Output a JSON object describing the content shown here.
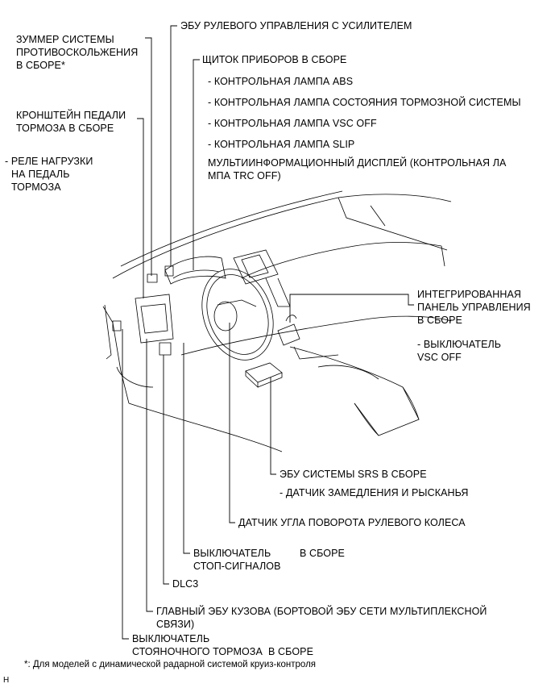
{
  "labels": {
    "power_steering_ecu": "ЭБУ РУЛЕВОГО УПРАВЛЕНИЯ С УСИЛИТЕЛЕМ",
    "buzzer_line1": "ЗУММЕР СИСТЕМЫ",
    "buzzer_line2": "ПРОТИВОСКОЛЬЖЕНИЯ",
    "buzzer_line3": "В СБОРЕ*",
    "combination_meter": "ЩИТОК ПРИБОРОВ В СБОРЕ",
    "abs_lamp": "- КОНТРОЛЬНАЯ ЛАМПА ABS",
    "brake_lamp": "- КОНТРОЛЬНАЯ ЛАМПА СОСТОЯНИЯ ТОРМОЗНОЙ СИСТЕМЫ",
    "vsc_off_lamp": "- КОНТРОЛЬНАЯ ЛАМПА VSC OFF",
    "slip_lamp": "- КОНТРОЛЬНАЯ ЛАМПА SLIP",
    "multi_display_line1": "МУЛЬТИИНФОРМАЦИОННЫЙ ДИСПЛЕЙ (КОНТРОЛЬНАЯ ЛА",
    "multi_display_line2": "МПА TRC OFF)",
    "pedal_bracket_line1": "КРОНШТЕЙН ПЕДАЛИ",
    "pedal_bracket_line2": "ТОРМОЗА В СБОРЕ",
    "relay_line1": "- РЕЛЕ НАГРУЗКИ",
    "relay_line2": "НА ПЕДАЛЬ",
    "relay_line3": "ТОРМОЗА",
    "integrated_panel_line1": "ИНТЕГРИРОВАННАЯ",
    "integrated_panel_line2": "ПАНЕЛЬ УПРАВЛЕНИЯ",
    "integrated_panel_line3": "В СБОРЕ",
    "vsc_switch_line1": "- ВЫКЛЮЧАТЕЛЬ",
    "vsc_switch_line2": "VSC OFF",
    "srs_ecu": "ЭБУ СИСТЕМЫ SRS В СБОРЕ",
    "yaw_sensor": "- ДАТЧИК ЗАМЕДЛЕНИЯ И РЫСКАНЬЯ",
    "steering_angle_sensor": "ДАТЧИК УГЛА ПОВОРОТА РУЛЕВОГО КОЛЕСА",
    "stop_switch_line1": "ВЫКЛЮЧАТЕЛЬ          В СБОРЕ",
    "stop_switch_line2": "СТОП-СИГНАЛОВ",
    "dlc3": "DLC3",
    "body_ecu_line1": "ГЛАВНЫЙ ЭБУ КУЗОВА (БОРТОВОЙ ЭБУ СЕТИ МУЛЬТИПЛЕКСНОЙ",
    "body_ecu_line2": "СВЯЗИ)",
    "parking_switch_line1": "ВЫКЛЮЧАТЕЛЬ",
    "parking_switch_line2": "СТОЯНОЧНОГО ТОРМОЗА  В СБОРЕ"
  },
  "footnote": "*: Для моделей с динамической радарной системой круиз-контроля",
  "corner_mark": "H",
  "colors": {
    "line": "#000000",
    "background": "#ffffff"
  }
}
